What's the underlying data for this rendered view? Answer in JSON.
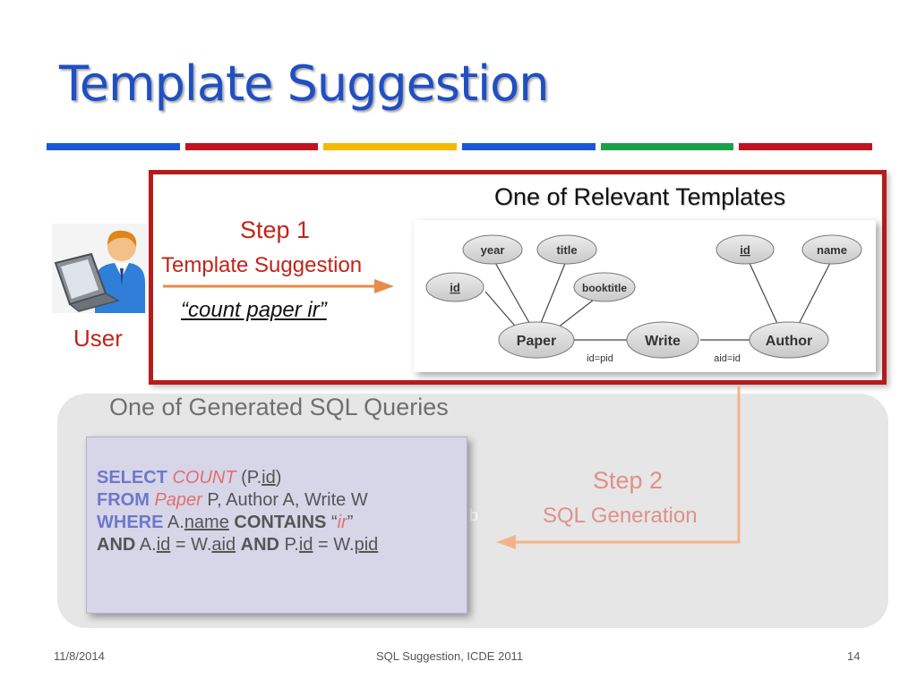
{
  "slide": {
    "title": "Template Suggestion",
    "color_bars": [
      "#1a56d6",
      "#c1121f",
      "#f5b800",
      "#1a56d6",
      "#1aa047",
      "#c1121f"
    ]
  },
  "template_panel": {
    "heading": "One of Relevant Templates",
    "er_diagram": {
      "attributes": [
        "year",
        "title",
        "id",
        "booktitle",
        "id",
        "name"
      ],
      "entities": [
        "Paper",
        "Write",
        "Author"
      ],
      "join_labels": [
        "id=pid",
        "aid=id"
      ]
    }
  },
  "user": {
    "label": "User",
    "icon": "user-laptop-icon"
  },
  "step1": {
    "label": "Step 1",
    "subtitle": "Template Suggestion",
    "query": "“count paper ir”"
  },
  "generated": {
    "heading": "One of Generated SQL Queries",
    "stray_char": "b",
    "sql": {
      "l1_kw": "SELECT",
      "l1_fn": "COUNT",
      "l1_a": "(P.",
      "l1_b": "id",
      "l1_c": ")",
      "l2_kw": "FROM",
      "l2_tbl": "Paper",
      "l2_rest": " P, Author A, Write W",
      "l3_kw": "WHERE",
      "l3_a": "A.",
      "l3_b": "name",
      "l3_kw2": "CONTAINS",
      "l3_c": "“",
      "l3_d": "ir",
      "l3_e": "”",
      "l4_kw": "AND",
      "l4_a": "A.",
      "l4_b": "id",
      "l4_c": " = W.",
      "l4_d": "aid",
      "l4_kw2": "AND",
      "l4_e": "P.",
      "l4_f": "id",
      "l4_g": " = W.",
      "l4_h": "pid"
    }
  },
  "step2": {
    "label": "Step 2",
    "subtitle": "SQL Generation"
  },
  "footer": {
    "date": "11/8/2014",
    "center": "SQL Suggestion, ICDE 2011",
    "page": "14"
  }
}
